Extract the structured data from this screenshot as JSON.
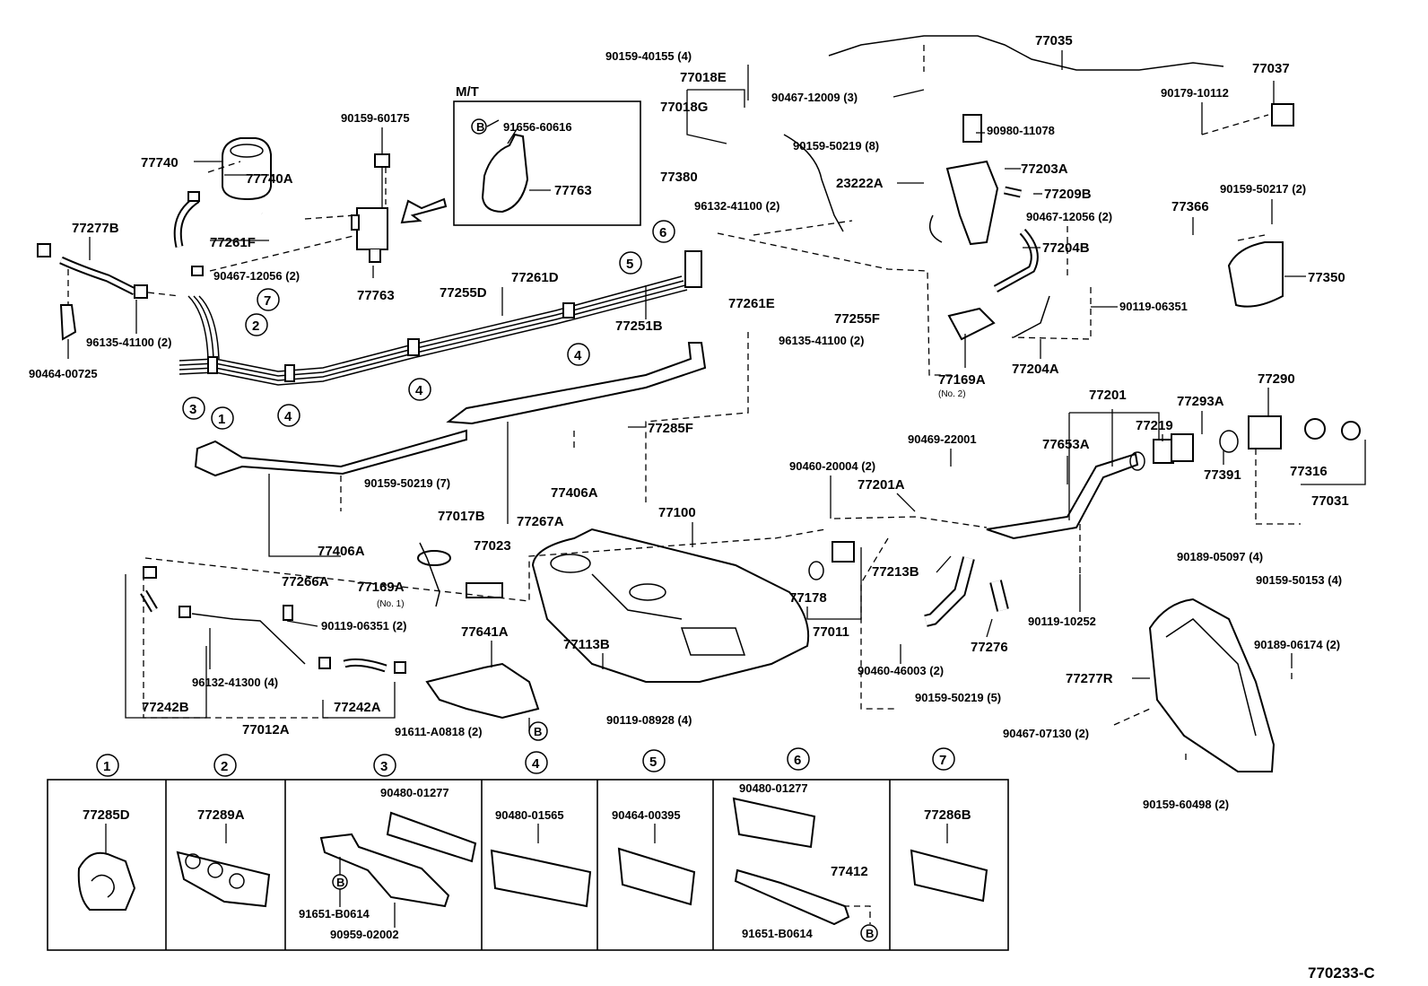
{
  "diagram": {
    "drawing_code": "770233-C",
    "mt_label": "M/T",
    "b_mark": "B",
    "callouts": [
      "1",
      "2",
      "3",
      "4",
      "5",
      "6",
      "7"
    ],
    "parts": {
      "p77740": "77740",
      "p77740A": "77740A",
      "p90159_60175": "90159-60175",
      "p91656_60616": "91656-60616",
      "p77763_mt": "77763",
      "p77763": "77763",
      "p77261F": "77261F",
      "p90467_12056_L": "90467-12056 (2)",
      "p77277B": "77277B",
      "p96135_41100_L": "96135-41100 (2)",
      "p90464_00725": "90464-00725",
      "p77255D": "77255D",
      "p77261D": "77261D",
      "p77251B": "77251B",
      "p90159_40155": "90159-40155 (4)",
      "p77018E": "77018E",
      "p77018G": "77018G",
      "p77380": "77380",
      "p96132_41100": "96132-41100 (2)",
      "p77261E": "77261E",
      "p77255F": "77255F",
      "p96135_41100_R": "96135-41100 (2)",
      "p77035": "77035",
      "p77037": "77037",
      "p90467_12009": "90467-12009 (3)",
      "p90179_10112": "90179-10112",
      "p90159_50219_8": "90159-50219 (8)",
      "p90980_11078": "90980-11078",
      "p77203A": "77203A",
      "p23222A": "23222A",
      "p77209B": "77209B",
      "p90467_12056_R": "90467-12056 (2)",
      "p77204B": "77204B",
      "p90119_06351_R": "90119-06351",
      "p77169A_2": "77169A",
      "p77169A_2_note": "(No. 2)",
      "p77204A": "77204A",
      "p90159_50217": "90159-50217 (2)",
      "p77366": "77366",
      "p77350": "77350",
      "p77285F": "77285F",
      "p77406A_R": "77406A",
      "p77406A_L": "77406A",
      "p90159_50219_7": "90159-50219 (7)",
      "p77017B": "77017B",
      "p77023": "77023",
      "p77267A": "77267A",
      "p77266A": "77266A",
      "p77169A_1": "77169A",
      "p77169A_1_note": "(No. 1)",
      "p77100": "77100",
      "p90119_06351_L": "90119-06351 (2)",
      "p96132_41300": "96132-41300 (4)",
      "p77242B": "77242B",
      "p77012A": "77012A",
      "p77242A": "77242A",
      "p77641A": "77641A",
      "p91611_A0818": "91611-A0818 (2)",
      "p77113B": "77113B",
      "p90119_08928": "90119-08928 (4)",
      "p90460_20004": "90460-20004 (2)",
      "p90469_22001": "90469-22001",
      "p77201A": "77201A",
      "p77213B": "77213B",
      "p77178": "77178",
      "p77011": "77011",
      "p77276": "77276",
      "p90460_46003": "90460-46003 (2)",
      "p90159_50219_5": "90159-50219 (5)",
      "p77201": "77201",
      "p77653A": "77653A",
      "p77293A": "77293A",
      "p77219": "77219",
      "p77290": "77290",
      "p77391": "77391",
      "p77316": "77316",
      "p77031": "77031",
      "p90119_10252": "90119-10252",
      "p90189_05097": "90189-05097 (4)",
      "p90159_50153": "90159-50153 (4)",
      "p77277R": "77277R",
      "p90189_06174": "90189-06174 (2)",
      "p90467_07130": "90467-07130 (2)",
      "p90159_60498": "90159-60498 (2)"
    },
    "legend": {
      "c1_part": "77285D",
      "c2_part": "77289A",
      "c3_part_a": "90480-01277",
      "c3_part_b": "91651-B0614",
      "c3_part_c": "90959-02002",
      "c4_part": "90480-01565",
      "c5_part": "90464-00395",
      "c6_part_a": "90480-01277",
      "c6_part_b": "77412",
      "c6_part_c": "91651-B0614",
      "c7_part": "77286B"
    }
  }
}
